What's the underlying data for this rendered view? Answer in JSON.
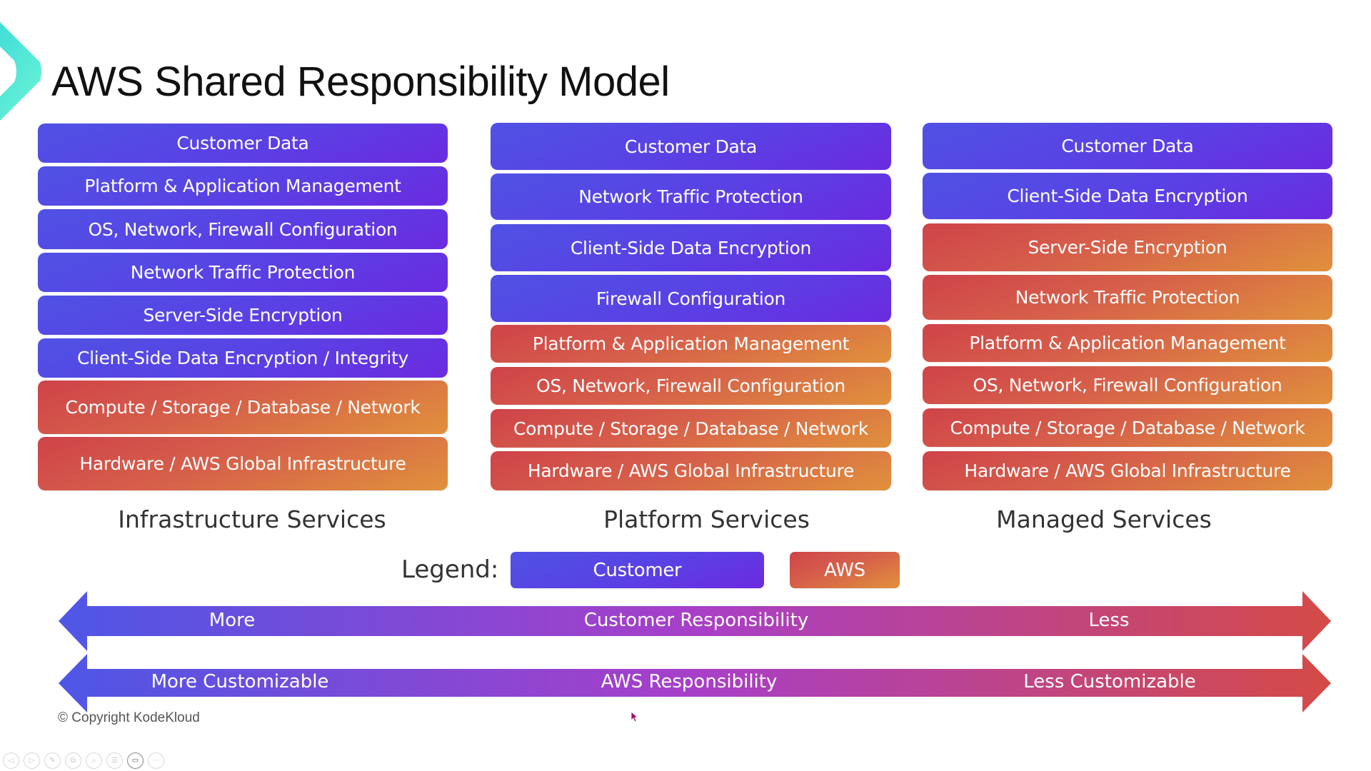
{
  "title": "AWS Shared Responsibility Model",
  "colors": {
    "customer": "#5a40e4",
    "aws": "#d6604a",
    "logo": "#4ee0d0"
  },
  "columns": [
    {
      "label": "Infrastructure Services",
      "layers": [
        {
          "text": "Customer Data",
          "owner": "customer"
        },
        {
          "text": "Platform & Application Management",
          "owner": "customer"
        },
        {
          "text": "OS, Network, Firewall Configuration",
          "owner": "customer"
        },
        {
          "text": "Network Traffic Protection",
          "owner": "customer"
        },
        {
          "text": "Server-Side Encryption",
          "owner": "customer"
        },
        {
          "text": "Client-Side Data Encryption / Integrity",
          "owner": "customer"
        },
        {
          "text": "Compute / Storage / Database / Network",
          "owner": "aws"
        },
        {
          "text": "Hardware / AWS Global Infrastructure",
          "owner": "aws"
        }
      ]
    },
    {
      "label": "Platform Services",
      "layers": [
        {
          "text": "Customer Data",
          "owner": "customer"
        },
        {
          "text": "Network Traffic Protection",
          "owner": "customer"
        },
        {
          "text": "Client-Side Data Encryption",
          "owner": "customer"
        },
        {
          "text": "Firewall Configuration",
          "owner": "customer"
        },
        {
          "text": "Platform & Application Management",
          "owner": "aws"
        },
        {
          "text": "OS, Network, Firewall Configuration",
          "owner": "aws"
        },
        {
          "text": "Compute / Storage / Database / Network",
          "owner": "aws"
        },
        {
          "text": "Hardware / AWS Global Infrastructure",
          "owner": "aws"
        }
      ]
    },
    {
      "label": "Managed Services",
      "layers": [
        {
          "text": "Customer Data",
          "owner": "customer"
        },
        {
          "text": "Client-Side Data Encryption",
          "owner": "customer"
        },
        {
          "text": "Server-Side Encryption",
          "owner": "aws"
        },
        {
          "text": "Network Traffic Protection",
          "owner": "aws"
        },
        {
          "text": "Platform & Application Management",
          "owner": "aws"
        },
        {
          "text": "OS, Network, Firewall Configuration",
          "owner": "aws"
        },
        {
          "text": "Compute / Storage / Database / Network",
          "owner": "aws"
        },
        {
          "text": "Hardware / AWS Global Infrastructure",
          "owner": "aws"
        }
      ]
    }
  ],
  "legend": {
    "label": "Legend:",
    "customer": "Customer",
    "aws": "AWS"
  },
  "arrows": [
    {
      "left": "More",
      "center": "Customer Responsibility",
      "right": "Less"
    },
    {
      "left": "More Customizable",
      "center": "AWS Responsibility",
      "right": "Less Customizable"
    }
  ],
  "copyright": "© Copyright KodeKloud",
  "toolbar": [
    {
      "icon": "previous-icon",
      "glyph": "◁"
    },
    {
      "icon": "next-icon",
      "glyph": "▷"
    },
    {
      "icon": "pen-icon",
      "glyph": "✎"
    },
    {
      "icon": "slides-icon",
      "glyph": "⧉"
    },
    {
      "icon": "zoom-icon",
      "glyph": "⌕"
    },
    {
      "icon": "subtitles-icon",
      "glyph": "☰"
    },
    {
      "icon": "camera-icon",
      "glyph": "▭"
    },
    {
      "icon": "more-icon",
      "glyph": "⋯"
    }
  ]
}
